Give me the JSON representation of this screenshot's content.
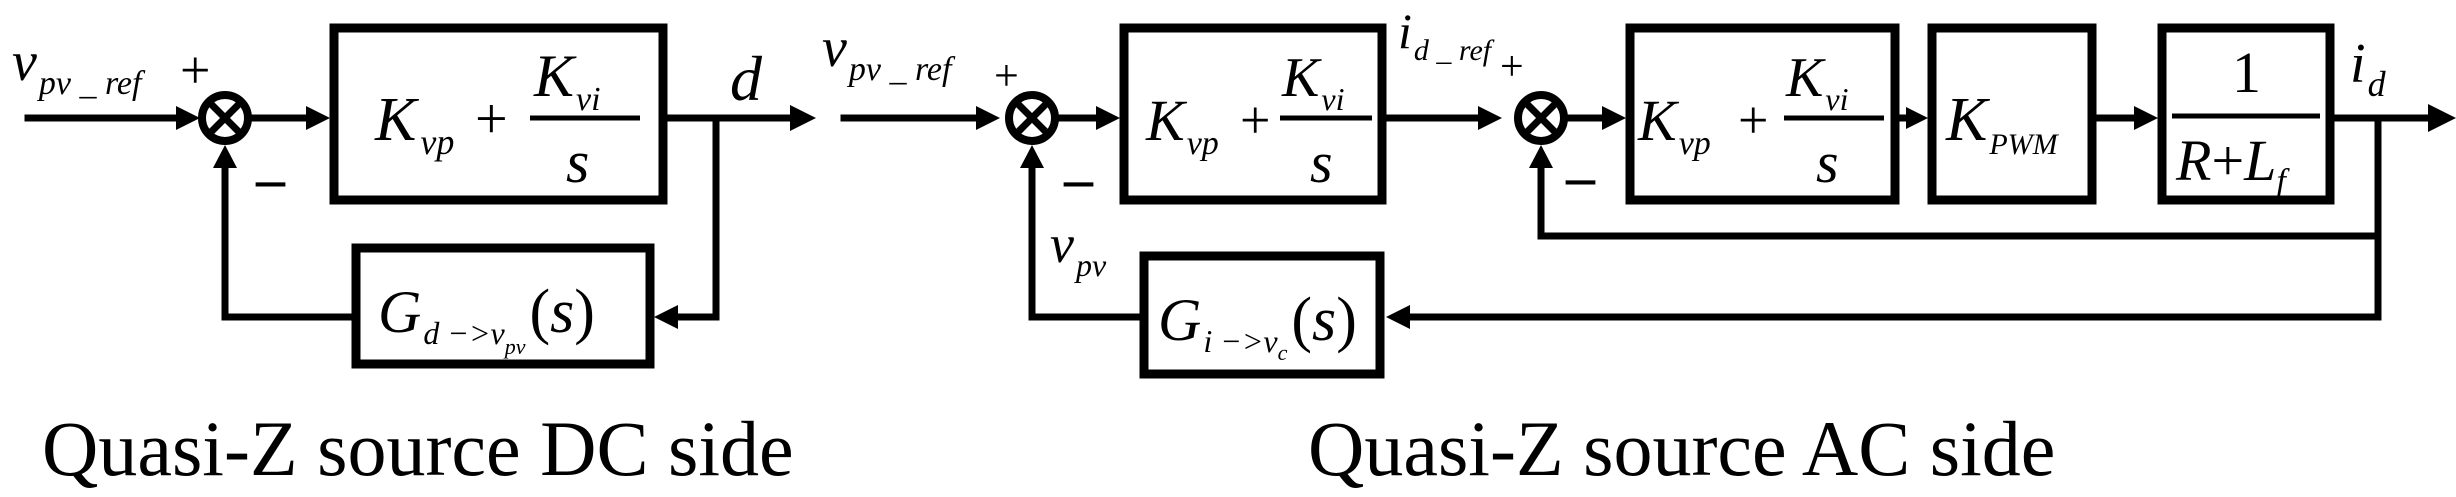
{
  "captions": {
    "dc": "Quasi-Z source DC side",
    "ac": "Quasi-Z source AC side"
  },
  "symbols": {
    "v": "v",
    "pv_ref": "pv _ ref",
    "pv": "pv",
    "plus": "+",
    "minus": "–",
    "d": "d",
    "i": "i",
    "d_sub": "d",
    "d_ref": "d _ ref",
    "K": "K",
    "vp": "vp",
    "vi": "vi",
    "s": "s",
    "plus_op": "+",
    "G": "G",
    "open_paren": "(",
    "close_paren": ")",
    "g_dc_sub_main": "d −>v",
    "g_dc_sub_sub": "pv",
    "g_ac_sub_main": "i −>v",
    "g_ac_sub_sub": "c",
    "pwm": "PWM",
    "one": "1",
    "R": "R",
    "L": "L",
    "f": "f"
  },
  "colors": {
    "stroke": "#000000",
    "background": "#ffffff"
  }
}
